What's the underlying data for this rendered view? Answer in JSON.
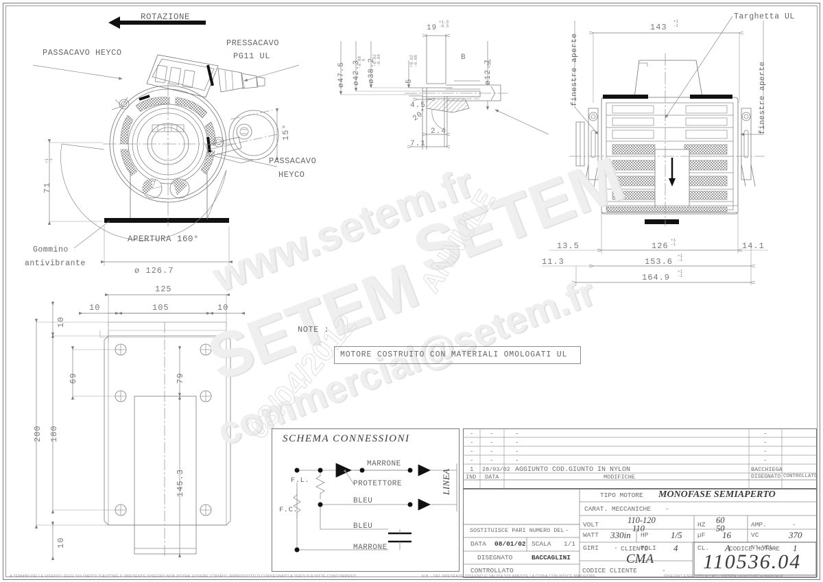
{
  "drawing": {
    "title_note_label": "NOTE :",
    "note_text": "MOTORE COSTRUITO CON MATERIALI OMOLOGATI UL",
    "schema_title": "SCHEMA CONNESSIONI"
  },
  "views": {
    "front": {
      "rotation_label": "ROTAZIONE",
      "callouts": [
        "PASSACAVO HEYCO",
        "PRESSACAVO",
        "PG11 UL",
        "PASSACAVO",
        "HEYCO",
        "Gommino",
        "antivibrante"
      ],
      "aperture_label": "APERTURA 160°",
      "dims": {
        "diameter": "ø 126.7",
        "height_71": "71",
        "height_71_tol": "+1\n-1",
        "angle_15": "15°"
      }
    },
    "section": {
      "dims": {
        "d47_5": "ø47.5",
        "d42_3": "ø42.3",
        "d42_3_tol": "-0.08\n   0",
        "d38_2": "ø38.2",
        "d38_2_tol": "-0.02\n-0.06",
        "len_19": "19",
        "len_19_tol": "+1.5\n-0.5",
        "d12_7": "ø12.7",
        "d12_7_fit": "h5",
        "key_B": "B",
        "w_5": "5",
        "w_4_5": "4.5",
        "ang_20": "20°",
        "d_2_4": "2.4",
        "d_7_1": "7.1"
      }
    },
    "side": {
      "callouts": [
        "Targhetta UL",
        "finestre aperte",
        "finestre aperte"
      ],
      "dims": {
        "w_143": "143",
        "w_143_tol": "+1\n-1",
        "w_126": "126",
        "w_126_tol": "+1\n-1",
        "w_153_6": "153.6",
        "w_153_6_tol": "+1\n-1",
        "w_164_9": "164.9",
        "w_164_9_tol": "+1\n-1",
        "w_13_5": "13.5",
        "w_14_1": "14.1",
        "w_11_3": "11.3"
      }
    },
    "plate": {
      "dims": {
        "w_125": "125",
        "w_105": "105",
        "w_10_left": "10",
        "w_10_right": "10",
        "h_10_top": "10",
        "h_10_bottom": "10",
        "h_69": "69",
        "h_79": "79",
        "h_200": "200",
        "h_180": "180",
        "h_145_3": "145.3"
      }
    }
  },
  "schema": {
    "title": "SCHEMA CONNESSIONI",
    "labels": {
      "fl": "F.L.",
      "fc": "F.C.",
      "protettore": "PROTETTORE",
      "marrone_top": "MARRONE",
      "bleu_top": "BLEU",
      "bleu_bottom": "BLEU",
      "marrone_bottom": "MARRONE",
      "linea": "LINEA"
    }
  },
  "revision_table": {
    "headers": [
      "IND",
      "DATA",
      "MODIFICHE",
      "DISEGNATO",
      "CONTROLLATO"
    ],
    "rows": [
      {
        "ind": "-",
        "data": "-",
        "modifiche": "-",
        "disegnato": "-",
        "controllato": ""
      },
      {
        "ind": "-",
        "data": "-",
        "modifiche": "-",
        "disegnato": "-",
        "controllato": ""
      },
      {
        "ind": "-",
        "data": "-",
        "modifiche": "-",
        "disegnato": "-",
        "controllato": ""
      },
      {
        "ind": "-",
        "data": "-",
        "modifiche": "-",
        "disegnato": "-",
        "controllato": ""
      },
      {
        "ind": "1",
        "data": "28/03/02",
        "modifiche": "AGGIUNTO COD.GIUNTO IN NYLON",
        "disegnato": "BACCHIEGA",
        "controllato": ""
      }
    ]
  },
  "title_block": {
    "sostituisce_label": "SOSTITUISCE PARI NUMERO DEL",
    "sostituisce_value": "-",
    "data_label": "DATA",
    "data_value": "08/01/02",
    "scala_label": "SCALA",
    "scala_value": "1/1",
    "disegnato_label": "DISEGNATO",
    "disegnato_value": "BACCAGLINI",
    "controllato_label": "CONTROLLATO",
    "controllato_value": "",
    "tipo_motore_label": "TIPO MOTORE",
    "tipo_motore_value": "MONOFASE SEMIAPERTO",
    "carat_label": "CARAT. MECCANICHE",
    "carat_value": "-",
    "volt_label": "VOLT",
    "volt_value_top": "110-120",
    "volt_value_bottom": "110",
    "hz_label": "HZ",
    "hz_value_top": "60",
    "hz_value_bottom": "50",
    "amp_label": "AMP.",
    "amp_value": "-",
    "watt_label": "WATT",
    "watt_value": "330in",
    "hp_label": "HP",
    "hp_value": "1/5",
    "uf_label": "µF",
    "uf_value": "16",
    "vc_label": "VC",
    "vc_value": "370",
    "giri_label": "GIRI",
    "giri_value": "-",
    "poli_label": "POLI",
    "poli_value": "4",
    "cl_label": "CL.",
    "cl_value": "A",
    "nvel_label": "N° VEL.",
    "nvel_value": "1",
    "cliente_label": "CLIENTE",
    "cliente_value": "CMA",
    "codice_cliente_label": "CODICE CLIENTE",
    "codice_cliente_value": "-",
    "codice_motore_label": "CODICE MOTORE",
    "codice_motore_value": "110536.04"
  },
  "footer": {
    "left": "A TERMINI DELLE VIGENTI LEGGI SUI DIRITTI D'AUTORE IL PRESENTE DISEGNO NON POTRA' ESSERE COPIATO, RIPRODOTTO O CONSEGNATO A TERZI O A DITTE CONCORRENTI.",
    "center": "N.B. - DEL PRESENTE DISEGNO E' VALIDA SOLAMENTE LA COPIA CON INDICE MAGGIORE.",
    "right": "DISEGNO ESEGUITO A CAD - VIETATA LA MODIFICA MANUALE"
  },
  "watermarks": {
    "url": "www.setem.fr",
    "brand": "SETEM",
    "email": "commercial@setem.fr",
    "annule": "ANNULE",
    "date_stamp": "03/04/2012"
  },
  "colors": {
    "line": "#6f6f6f",
    "dim": "#7d7d7d",
    "ink": "#3b3b3b",
    "watermark": "#efefef"
  }
}
